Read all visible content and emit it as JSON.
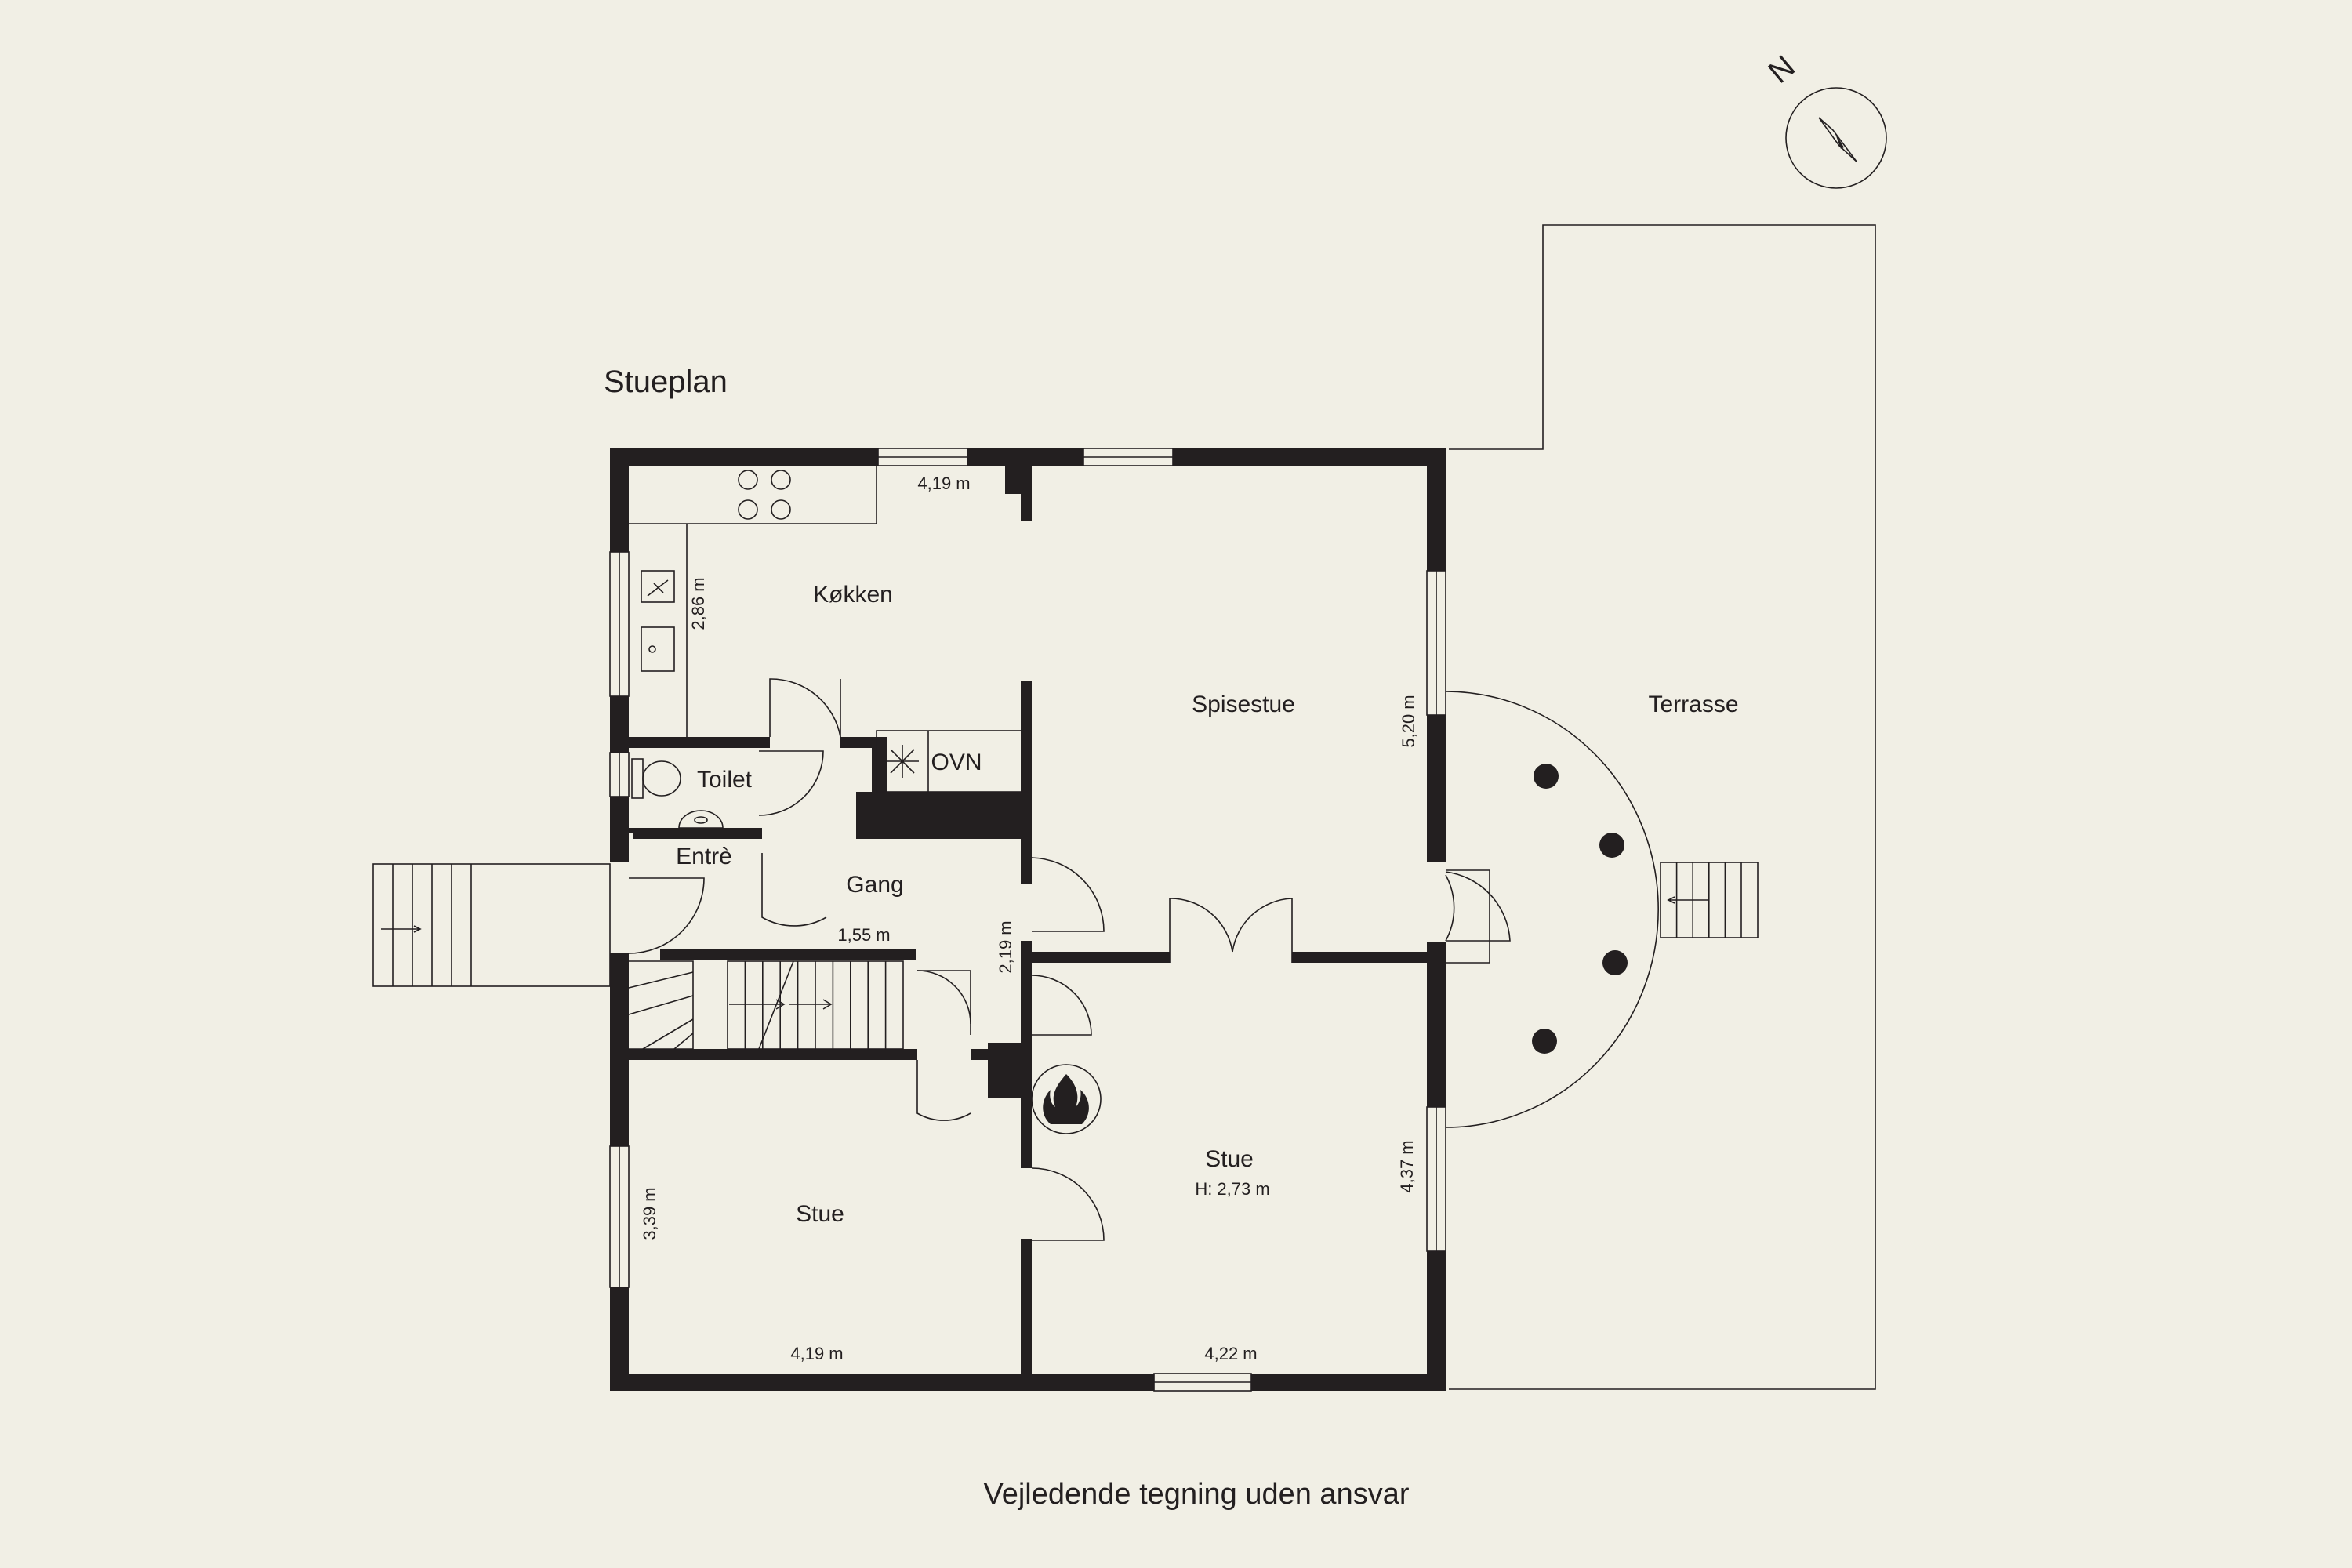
{
  "plan_title": "Stueplan",
  "disclaimer": "Vejledende tegning uden ansvar",
  "compass": {
    "letter": "N"
  },
  "rooms": {
    "kitchen": "Køkken",
    "dining": "Spisestue",
    "terrace": "Terrasse",
    "toilet": "Toilet",
    "entre": "Entrè",
    "gang": "Gang",
    "living_small": "Stue",
    "living_main": "Stue",
    "living_main_height": "H: 2,73 m"
  },
  "appliances": {
    "oven": "OVN"
  },
  "dimensions": {
    "kitchen_width": "4,19 m",
    "kitchen_depth": "2,86 m",
    "dining_depth": "5,20 m",
    "gang_width": "1,55 m",
    "gang_depth": "2,19 m",
    "living_small_depth": "3,39 m",
    "living_small_width": "4,19 m",
    "living_main_depth": "4,37 m",
    "living_main_width": "4,22 m"
  },
  "icons": [
    "compass-icon",
    "fireplace-icon",
    "freezer-icon",
    "stove-burners-icon",
    "sink-icon",
    "toilet-icon",
    "stairs-arrow-icon"
  ]
}
